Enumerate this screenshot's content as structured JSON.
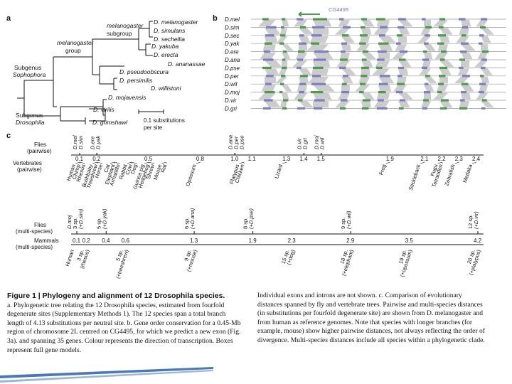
{
  "panel_labels": {
    "a": "a",
    "b": "b",
    "c": "c"
  },
  "panel_a": {
    "species": [
      "D. melanogaster",
      "D. simulans",
      "D. sechellia",
      "D. yakuba",
      "D. erecta",
      "D. ananassae",
      "D. pseudoobscura",
      "D. persimilis",
      "D. willistoni",
      "D. mojavensis",
      "D. virilis",
      "D. grimshawi"
    ],
    "group_labels": {
      "melanogaster_subgroup": [
        "melanogaster",
        "subgroup"
      ],
      "melanogaster_group": [
        "melanogaster",
        "group"
      ],
      "subgenus_sophophora": [
        "Subgenus",
        "Sophophora"
      ],
      "subgenus_drosophila": [
        "Subgenus",
        "Drosophila"
      ]
    },
    "scale_bar": [
      "0.1 substitutions",
      "per site"
    ]
  },
  "panel_b": {
    "header": "CG4495",
    "rows": [
      "D.mel",
      "D.sim",
      "D.sec",
      "D.yak",
      "D.ere",
      "D.ana",
      "D.pse",
      "D.per",
      "D.wil",
      "D.moj",
      "D.vir",
      "D.gri"
    ],
    "colors": {
      "green": "#4f9a52",
      "blue": "#7b7fc4",
      "band": "#c9c9c9"
    }
  },
  "panel_c": {
    "flies_pairwise": {
      "label": [
        "Flies",
        "(pairwise)"
      ],
      "top_labels": [
        {
          "text": "D.mel",
          "x": 0.1
        },
        {
          "text": "D.sim",
          "x": 0.1
        },
        {
          "text": "D.ere",
          "x": 0.2
        },
        {
          "text": "D.yak",
          "x": 0.2
        },
        {
          "text": "D.ana",
          "x": 1.0
        },
        {
          "text": "D.per",
          "x": 1.0
        },
        {
          "text": "D.pse",
          "x": 1.0
        },
        {
          "text": "D.vir",
          "x": 1.4
        },
        {
          "text": "D.gri",
          "x": 1.4
        },
        {
          "text": "D.moj",
          "x": 1.5
        },
        {
          "text": "D.wil",
          "x": 1.5
        }
      ]
    },
    "vertebrates_pairwise": {
      "label": [
        "Vertebrates",
        "(pairwise)"
      ],
      "ticks": [
        "0.1",
        "0.2",
        "0.5",
        "0.8",
        "1.0",
        "1.1",
        "1.3",
        "1.4",
        "1.5",
        "1.9",
        "2.1",
        "2.2",
        "2.3",
        "2.4"
      ],
      "species": [
        {
          "text": "Human",
          "x": 0.1
        },
        {
          "text": "Chimp",
          "x": 0.1
        },
        {
          "text": "Rhesus",
          "x": 0.1
        },
        {
          "text": "Bushbaby",
          "x": 0.2
        },
        {
          "text": "Treeshrew",
          "x": 0.2
        },
        {
          "text": "Horse",
          "x": 0.2
        },
        {
          "text": "Cat",
          "x": 0.3
        },
        {
          "text": "Elephant",
          "x": 0.3
        },
        {
          "text": "Armadillo",
          "x": 0.3
        },
        {
          "text": "Rabbit",
          "x": 0.4
        },
        {
          "text": "Cow",
          "x": 0.4
        },
        {
          "text": "Dog",
          "x": 0.4
        },
        {
          "text": "Guinea pig",
          "x": 0.5
        },
        {
          "text": "Hedgehog",
          "x": 0.5
        },
        {
          "text": "Shrew",
          "x": 0.5
        },
        {
          "text": "Mouse",
          "x": 0.6
        },
        {
          "text": "Rat",
          "x": 0.6
        },
        {
          "text": "Opossum",
          "x": 0.8
        },
        {
          "text": "Platypus",
          "x": 1.05
        },
        {
          "text": "Chicken",
          "x": 1.05
        },
        {
          "text": "Lizard",
          "x": 1.3
        },
        {
          "text": "Frog",
          "x": 1.9
        },
        {
          "text": "Stickleback",
          "x": 2.1
        },
        {
          "text": "Fugu",
          "x": 2.2
        },
        {
          "text": "Tetraodon",
          "x": 2.2
        },
        {
          "text": "Zebrafish",
          "x": 2.3
        },
        {
          "text": "Medaka",
          "x": 2.4
        }
      ]
    },
    "flies_multi": {
      "label": [
        "Flies",
        "(multi-species)"
      ],
      "tick_labels": [
        {
          "text": [
            "D.moj",
            "3 sp.",
            "(+D.sim)"
          ],
          "x": 0.1
        },
        {
          "text": [
            "5 sp.",
            "(+D.yak)"
          ],
          "x": 0.4
        },
        {
          "text": [
            "6 sp.",
            "(+D.ana)"
          ],
          "x": 1.3
        },
        {
          "text": [
            "8 sp.",
            "(+D.pse)"
          ],
          "x": 1.9
        },
        {
          "text": [
            "9 sp.",
            "(+D.wil)"
          ],
          "x": 2.9
        },
        {
          "text": [
            "12 sp.",
            "(+D.vir)"
          ],
          "x": 4.2
        }
      ]
    },
    "mammals_multi": {
      "label": [
        "Mammals",
        "(multi-species)"
      ],
      "ticks": [
        "0.1",
        "0.2",
        "0.4",
        "0.6",
        "1.3",
        "1.9",
        "2.3",
        "2.9",
        "3.5",
        "4.2"
      ],
      "tick_labels": [
        {
          "text": [
            "Human"
          ],
          "x": 0.1
        },
        {
          "text": [
            "3 sp.",
            "(rhesus)"
          ],
          "x": 0.2
        },
        {
          "text": [
            "5 sp.",
            "(+treeshrew)"
          ],
          "x": 0.6
        },
        {
          "text": [
            "9 sp.",
            "(+mouse)"
          ],
          "x": 1.3
        },
        {
          "text": [
            "15 sp.",
            "(+dog)"
          ],
          "x": 2.3
        },
        {
          "text": [
            "18 sp.",
            "(+elephant)"
          ],
          "x": 2.9
        },
        {
          "text": [
            "19 sp.",
            "(+opossum)"
          ],
          "x": 3.5
        },
        {
          "text": [
            "20 sp.",
            "(+platypus)"
          ],
          "x": 4.2
        }
      ]
    }
  },
  "caption": {
    "title": "Figure 1 | Phylogeny and alignment of 12 Drosophila species.",
    "left": "a. Phylogenetic tree relating the 12 Drosophila species, estimated from fourfold degenerate sites (Supplementary Methods 1). The 12 species span a total branch length of 4.13 substitutions per neutral site. b. Gene order conservation for a 0.45-Mb region of chromosome 2L centred on CG4495, for which we predict a new exon (Fig. 3a). and spanning 35 genes. Colour represents the direction of transcription. Boxes represent full gene models.",
    "right": "Individual exons and introns are not shown. c. Comparison of evolutionary distances spanned by fly and vertebrate trees. Pairwise and multi-species distances (in substitutions per fourfold degenerate site) are shown from D. melanogaster and from human as reference genomes. Note that species with longer branches (for example, mouse) show higher pairwise distances, not always reflecting the order of divergence. Multi-species distances include all species within a phylogenetic clade."
  }
}
